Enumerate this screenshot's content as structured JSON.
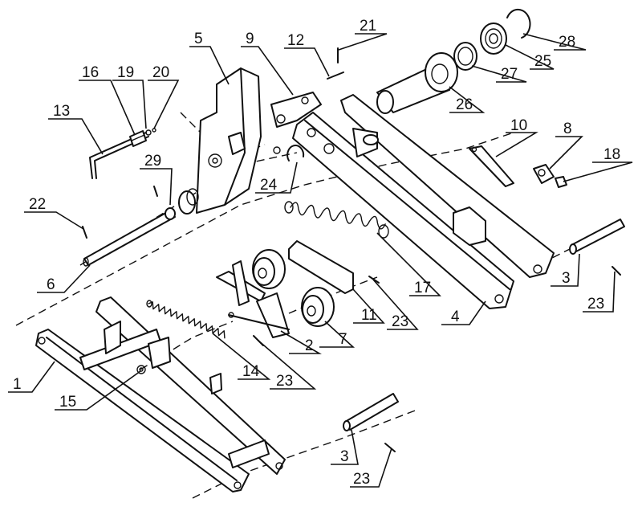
{
  "labels": {
    "p1": "1",
    "p2": "2",
    "p3a": "3",
    "p3b": "3",
    "p4": "4",
    "p5": "5",
    "p6": "6",
    "p7": "7",
    "p8": "8",
    "p9": "9",
    "p10": "10",
    "p11": "11",
    "p12": "12",
    "p13": "13",
    "p14": "14",
    "p15": "15",
    "p16": "16",
    "p17": "17",
    "p18": "18",
    "p19": "19",
    "p20": "20",
    "p21": "21",
    "p22": "22",
    "p23a": "23",
    "p23b": "23",
    "p23c": "23",
    "p23d": "23",
    "p24": "24",
    "p25": "25",
    "p26": "26",
    "p27": "27",
    "p28": "28",
    "p29": "29"
  }
}
